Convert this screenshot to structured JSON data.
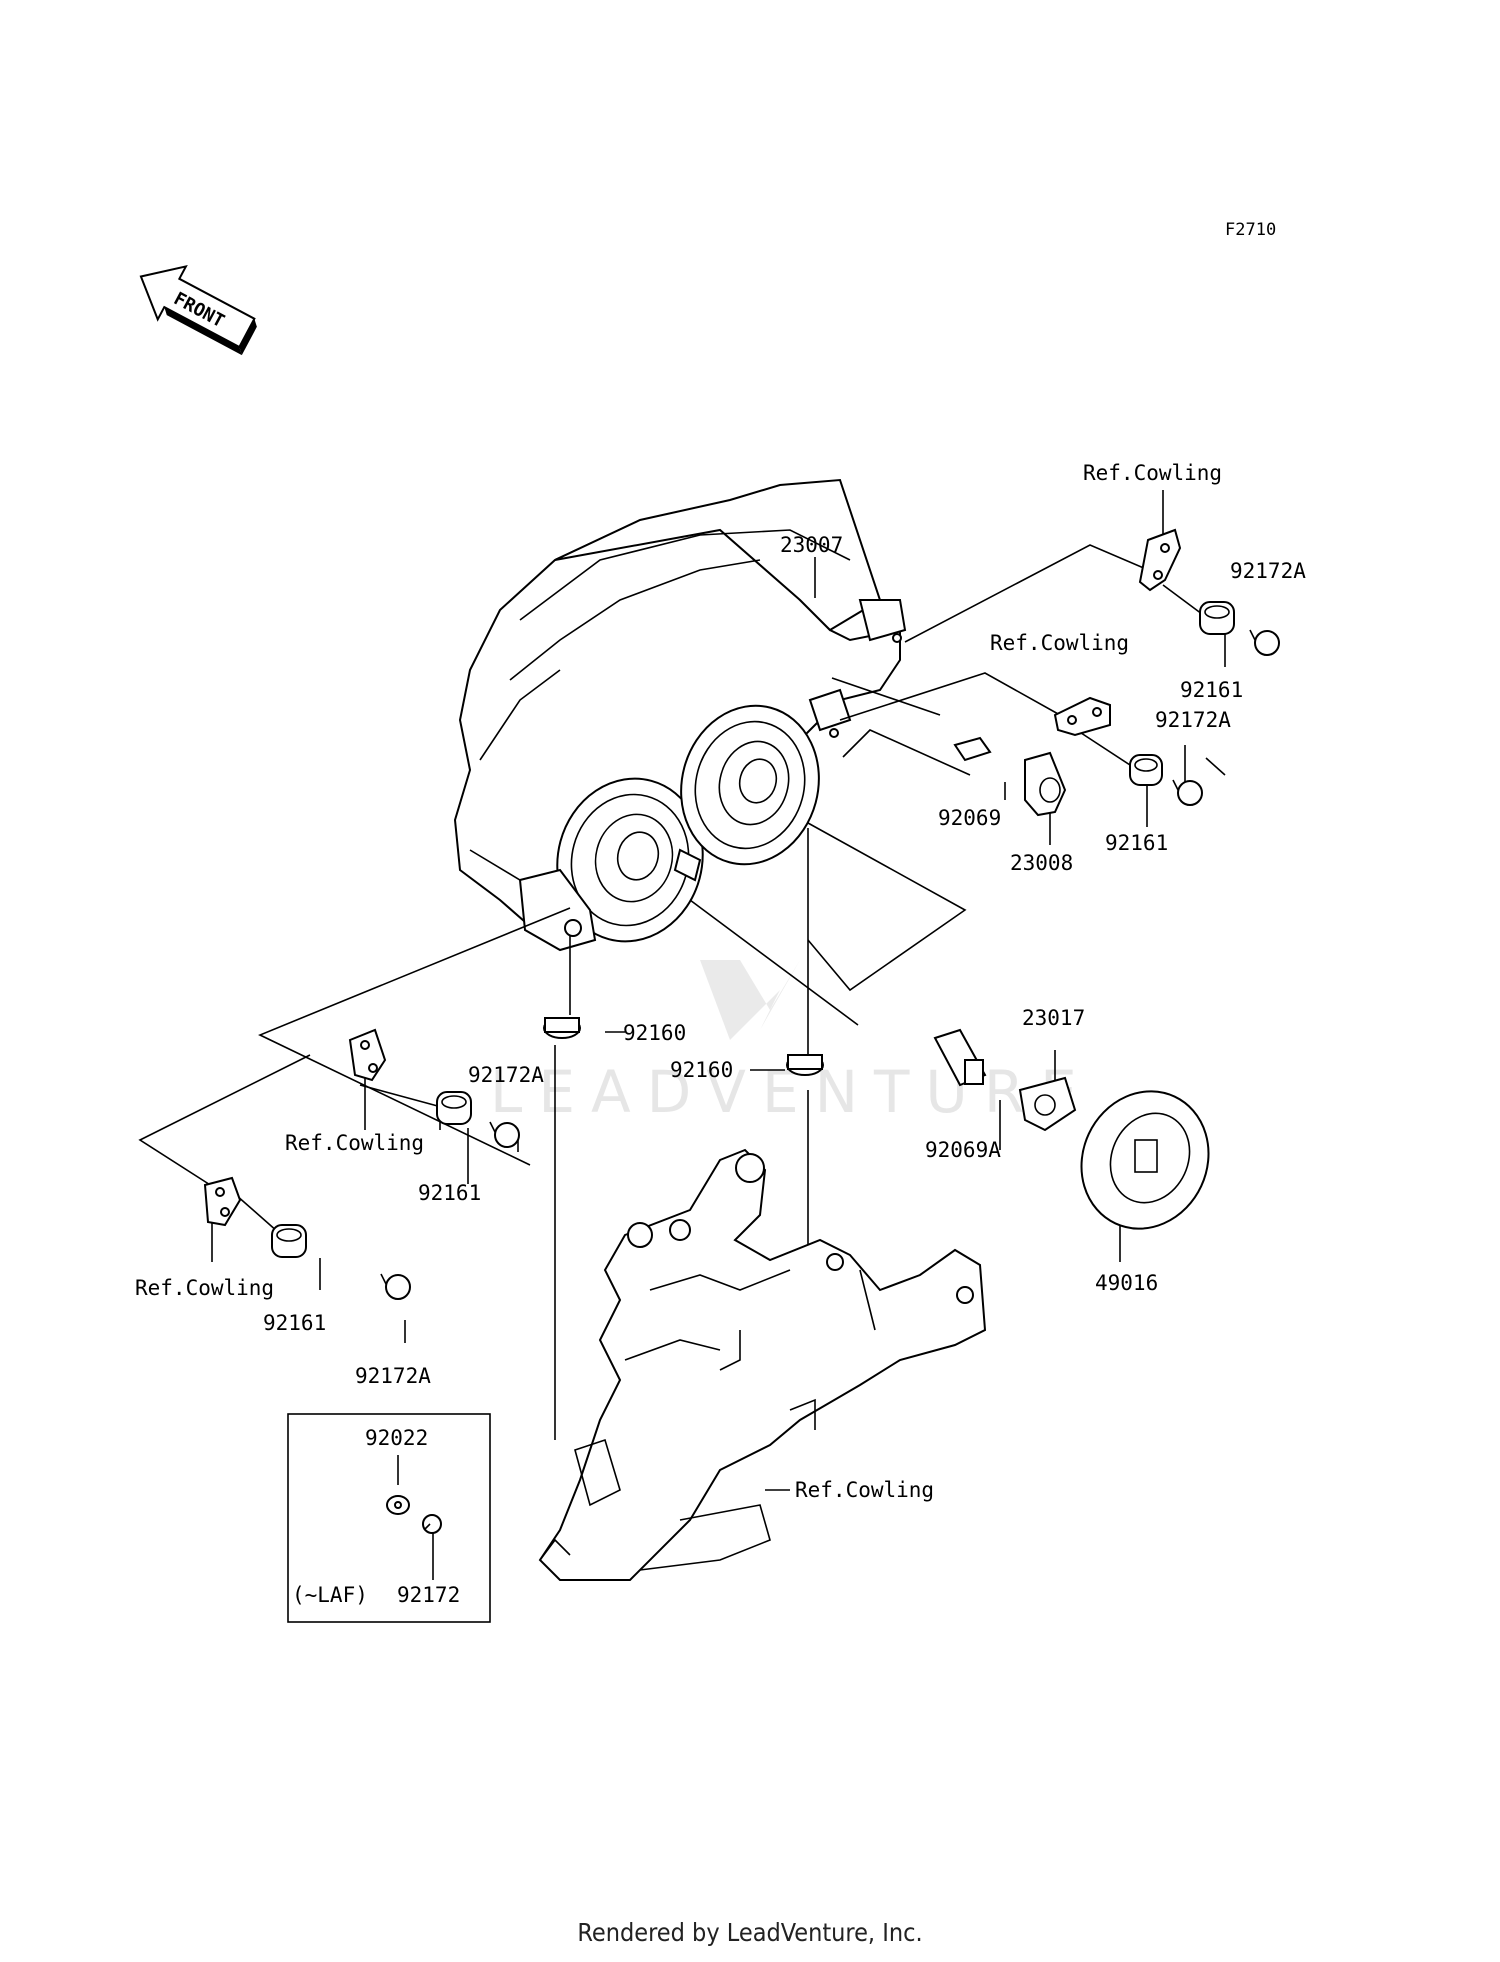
{
  "figure_code": "F2710",
  "front_arrow_label": "FRONT",
  "watermark": "LEADVENTURE",
  "footer": "Rendered by LeadVenture, Inc.",
  "inset_note": "(~LAF)",
  "labels": {
    "headlight": "23007",
    "ref_cowling_top": "Ref.Cowling",
    "ref_cowling_mid": "Ref.Cowling",
    "ref_cowling_left1": "Ref.Cowling",
    "ref_cowling_left2": "Ref.Cowling",
    "ref_cowling_bracket": "Ref.Cowling",
    "n92172a_1": "92172A",
    "n92172a_2": "92172A",
    "n92172a_3": "92172A",
    "n92172a_4": "92172A",
    "n92161_1": "92161",
    "n92161_2": "92161",
    "n92161_3": "92161",
    "n92161_4": "92161",
    "n92069": "92069",
    "n23008": "23008",
    "n92160_1": "92160",
    "n92160_2": "92160",
    "n23017": "23017",
    "n92069a": "92069A",
    "n49016": "49016",
    "n92022": "92022",
    "n92172": "92172"
  }
}
